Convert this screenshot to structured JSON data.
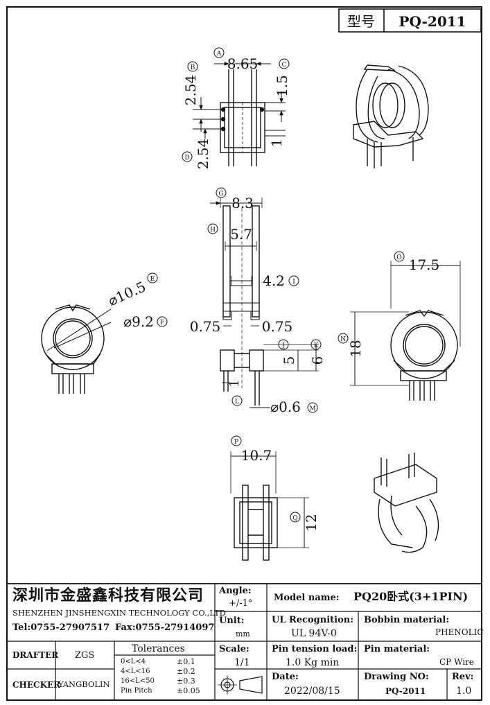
{
  "header": {
    "type_label": "型号",
    "part_number": "PQ-2011"
  },
  "dimensions": {
    "A": {
      "letter": "A",
      "value": "8.65"
    },
    "B": {
      "letter": "B",
      "value": "2.54"
    },
    "C": {
      "letter": "C",
      "value": "1.5"
    },
    "D": {
      "letter": "D",
      "value": "2.54"
    },
    "small_1": "1",
    "E": {
      "letter": "E",
      "value": "⌀10.5"
    },
    "F": {
      "letter": "F",
      "value": "⌀9.2"
    },
    "G": {
      "letter": "G",
      "value": "8.3"
    },
    "H": {
      "letter": "H",
      "value": "5.7"
    },
    "I": {
      "letter": "I",
      "value": "4.2"
    },
    "gap_left": "0.75",
    "gap_right": "0.75",
    "J": {
      "letter": "J",
      "value": "5"
    },
    "K": {
      "letter": "K",
      "value": "6"
    },
    "L": {
      "letter": "L",
      "value": "1"
    },
    "M": {
      "letter": "M",
      "value": "⌀0.6"
    },
    "N": {
      "letter": "N",
      "value": "18"
    },
    "O": {
      "letter": "O",
      "value": "17.5"
    },
    "P": {
      "letter": "P",
      "value": "10.7"
    },
    "Q": {
      "letter": "Q",
      "value": "12"
    }
  },
  "title_block": {
    "company_cn": "深圳市金盛鑫科技有限公司",
    "company_en": "SHENZHEN JINSHENGXIN TECHNOLOGY CO.,LTD",
    "tel": "Tel:0755-27907517",
    "fax": "Fax:0755-27914097",
    "angle_label": "Angle:",
    "angle_value": "+/-1°",
    "model_label": "Model name:",
    "model_value": "PQ20卧式(3+1PIN)",
    "unit_label": "Unit:",
    "unit_value": "mm",
    "ul_label": "UL Recognition:",
    "ul_value": "UL 94V-0",
    "bobbin_label": "Bobbin material:",
    "bobbin_value": "PHENOLIC",
    "drafter_label": "DRAFTER",
    "drafter_value": "ZGS",
    "tolerances_label": "Tolerances",
    "tol": [
      {
        "range": "0<L<4",
        "value": "±0.1"
      },
      {
        "range": "4<L<16",
        "value": "±0.2"
      },
      {
        "range": "16<L<50",
        "value": "±0.3"
      },
      {
        "range": "Pin Pitch",
        "value": "±0.05"
      }
    ],
    "scale_label": "Scale:",
    "scale_value": "1/1",
    "pin_tension_label": "Pin tension load:",
    "pin_tension_value": "1.0 Kg min",
    "pin_material_label": "Pin material:",
    "pin_material_value": "CP Wire",
    "checker_label": "CHECKER",
    "checker_value": "YANGBOLIN",
    "date_label": "Date:",
    "date_value": "2022/08/15",
    "drawing_no_label": "Drawing NO:",
    "drawing_no_value": "PQ-2011",
    "rev_label": "Rev:",
    "rev_value": "1.0"
  }
}
